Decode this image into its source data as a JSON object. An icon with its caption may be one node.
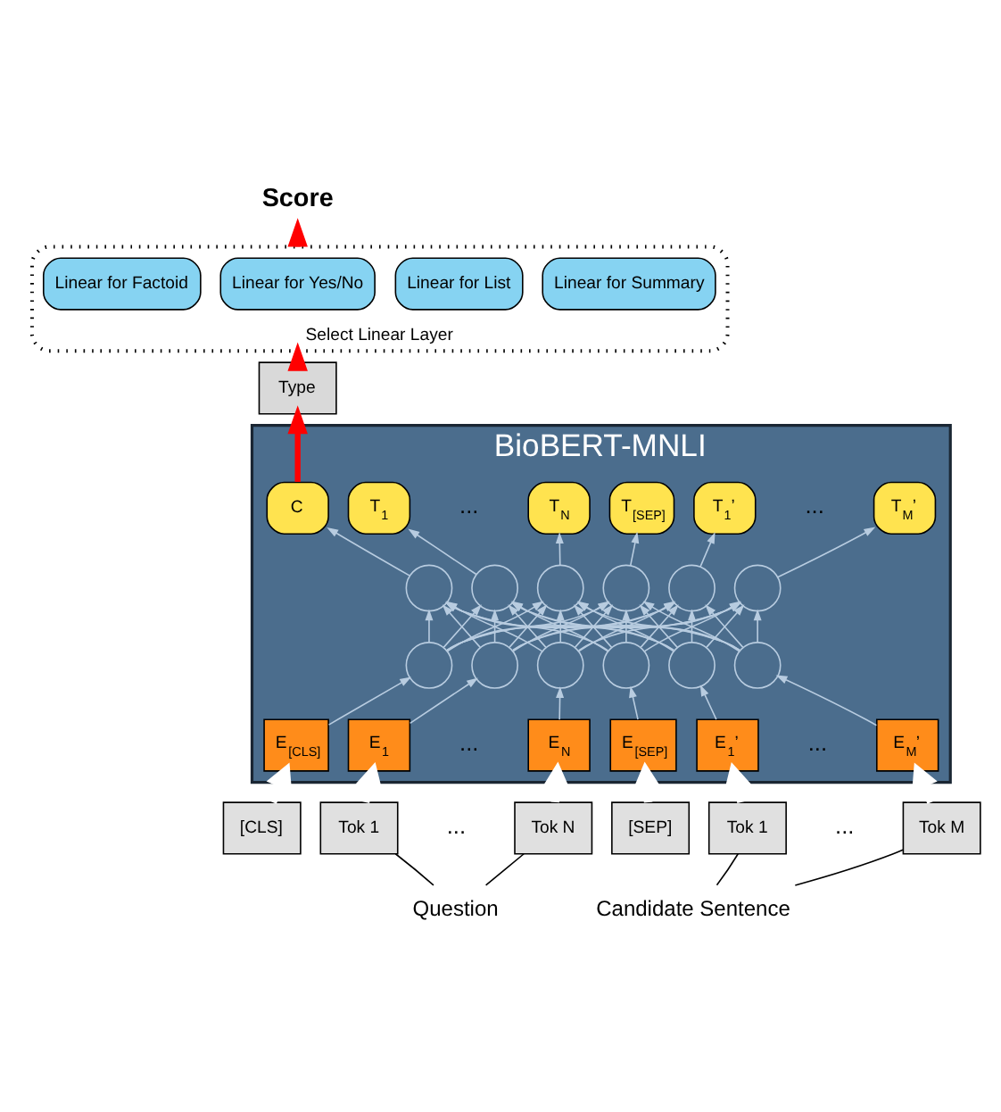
{
  "diagram": {
    "nodes": [
      {
        "text": [
          "Score"
        ]
      },
      {
        "text": [
          "Select Linear Layer"
        ]
      },
      {
        "text": [
          "Linear for Factoid"
        ],
        "in": 1
      },
      {
        "text": [
          "Linear for Yes/No"
        ],
        "in": 1
      },
      {
        "text": [
          "Linear for List"
        ],
        "in": 1
      },
      {
        "text": [
          "Linear for Summary"
        ],
        "in": 1
      },
      {
        "text": [
          "Type"
        ]
      },
      {
        "text": [
          "BioBERT-MNLI"
        ]
      },
      {
        "text": [
          "C"
        ],
        "in": 7
      },
      {
        "text": [
          "T$_{1}$"
        ],
        "in": 7
      },
      {
        "text": [
          "T$_{N}$"
        ],
        "in": 7
      },
      {
        "text": [
          "T$_{[SEP]}$"
        ],
        "in": 7
      },
      {
        "text": [
          "T$_{1}$’"
        ],
        "in": 7
      },
      {
        "text": [
          "T$_{M}$’"
        ],
        "in": 7
      },
      {
        "text": [],
        "shape": "circle",
        "in": 7
      },
      {
        "text": [],
        "shape": "circle",
        "in": 7
      },
      {
        "text": [],
        "shape": "circle",
        "in": 7
      },
      {
        "text": [],
        "shape": "circle",
        "in": 7
      },
      {
        "text": [],
        "shape": "circle",
        "in": 7
      },
      {
        "text": [],
        "shape": "circle",
        "in": 7
      },
      {
        "text": [],
        "shape": "circle",
        "in": 7
      },
      {
        "text": [],
        "shape": "circle",
        "in": 7
      },
      {
        "text": [],
        "shape": "circle",
        "in": 7
      },
      {
        "text": [],
        "shape": "circle",
        "in": 7
      },
      {
        "text": [],
        "shape": "circle",
        "in": 7
      },
      {
        "text": [],
        "shape": "circle",
        "in": 7
      },
      {
        "text": [
          "E$_{[CLS]}$"
        ],
        "in": 7
      },
      {
        "text": [
          "E$_{1}$"
        ],
        "in": 7
      },
      {
        "text": [
          "E$_{N}$"
        ],
        "in": 7
      },
      {
        "text": [
          "E$_{[SEP]}$"
        ],
        "in": 7
      },
      {
        "text": [
          "E$_{1}$’"
        ],
        "in": 7
      },
      {
        "text": [
          "E$_{M}$’"
        ],
        "in": 7
      },
      {
        "text": [
          "[CLS]"
        ]
      },
      {
        "text": [
          "Tok 1"
        ]
      },
      {
        "text": [
          "Tok N"
        ]
      },
      {
        "text": [
          "[SEP]"
        ]
      },
      {
        "text": [
          "Tok 1"
        ]
      },
      {
        "text": [
          "Tok M"
        ]
      },
      {
        "text": [
          "Question"
        ]
      },
      {
        "text": [
          "Candidate Sentence"
        ]
      }
    ],
    "edges": [
      {
        "from": 1,
        "to": 0,
        "arrow": "to",
        "style": "thick",
        "color": "#ff0000"
      },
      {
        "from": 6,
        "to": 1,
        "arrow": "to",
        "style": "thick",
        "color": "#ff0000"
      },
      {
        "from": 8,
        "to": 6,
        "arrow": "to",
        "style": "thick",
        "color": "#ff0000"
      },
      {
        "from": 32,
        "to": 26,
        "arrow": "to",
        "style": "thick",
        "color": "#ffffff"
      },
      {
        "from": 33,
        "to": 27,
        "arrow": "to",
        "style": "thick",
        "color": "#ffffff"
      },
      {
        "from": 34,
        "to": 28,
        "arrow": "to",
        "style": "thick",
        "color": "#ffffff"
      },
      {
        "from": 35,
        "to": 29,
        "arrow": "to",
        "style": "thick",
        "color": "#ffffff"
      },
      {
        "from": 36,
        "to": 30,
        "arrow": "to",
        "style": "thick",
        "color": "#ffffff"
      },
      {
        "from": 37,
        "to": 31,
        "arrow": "to",
        "style": "thick",
        "color": "#ffffff"
      },
      {
        "from": 33,
        "to": 38,
        "arrow": "none",
        "color": "#000000"
      },
      {
        "from": 34,
        "to": 38,
        "arrow": "none",
        "color": "#000000"
      },
      {
        "from": 36,
        "to": 39,
        "arrow": "none",
        "color": "#000000"
      },
      {
        "from": 37,
        "to": 39,
        "arrow": "none",
        "color": "#000000"
      },
      {
        "from": 26,
        "to": 20,
        "arrow": "to"
      },
      {
        "from": 27,
        "to": 21,
        "arrow": "to"
      },
      {
        "from": 28,
        "to": 22,
        "arrow": "to"
      },
      {
        "from": 29,
        "to": 23,
        "arrow": "to"
      },
      {
        "from": 30,
        "to": 24,
        "arrow": "to"
      },
      {
        "from": 31,
        "to": 25,
        "arrow": "to"
      },
      {
        "from": 20,
        "to": 14,
        "arrow": "to"
      },
      {
        "from": 20,
        "to": 15,
        "arrow": "to"
      },
      {
        "from": 20,
        "to": 16,
        "arrow": "to"
      },
      {
        "from": 20,
        "to": 17,
        "arrow": "to"
      },
      {
        "from": 20,
        "to": 18,
        "arrow": "to"
      },
      {
        "from": 20,
        "to": 19,
        "arrow": "to"
      },
      {
        "from": 21,
        "to": 14,
        "arrow": "to"
      },
      {
        "from": 21,
        "to": 15,
        "arrow": "to"
      },
      {
        "from": 21,
        "to": 16,
        "arrow": "to"
      },
      {
        "from": 21,
        "to": 17,
        "arrow": "to"
      },
      {
        "from": 21,
        "to": 18,
        "arrow": "to"
      },
      {
        "from": 21,
        "to": 19,
        "arrow": "to"
      },
      {
        "from": 22,
        "to": 14,
        "arrow": "to"
      },
      {
        "from": 22,
        "to": 15,
        "arrow": "to"
      },
      {
        "from": 22,
        "to": 16,
        "arrow": "to"
      },
      {
        "from": 22,
        "to": 17,
        "arrow": "to"
      },
      {
        "from": 22,
        "to": 18,
        "arrow": "to"
      },
      {
        "from": 22,
        "to": 19,
        "arrow": "to"
      },
      {
        "from": 23,
        "to": 14,
        "arrow": "to"
      },
      {
        "from": 23,
        "to": 15,
        "arrow": "to"
      },
      {
        "from": 23,
        "to": 16,
        "arrow": "to"
      },
      {
        "from": 23,
        "to": 17,
        "arrow": "to"
      },
      {
        "from": 23,
        "to": 18,
        "arrow": "to"
      },
      {
        "from": 23,
        "to": 19,
        "arrow": "to"
      },
      {
        "from": 24,
        "to": 14,
        "arrow": "to"
      },
      {
        "from": 24,
        "to": 15,
        "arrow": "to"
      },
      {
        "from": 24,
        "to": 16,
        "arrow": "to"
      },
      {
        "from": 24,
        "to": 17,
        "arrow": "to"
      },
      {
        "from": 24,
        "to": 18,
        "arrow": "to"
      },
      {
        "from": 24,
        "to": 19,
        "arrow": "to"
      },
      {
        "from": 25,
        "to": 14,
        "arrow": "to"
      },
      {
        "from": 25,
        "to": 15,
        "arrow": "to"
      },
      {
        "from": 25,
        "to": 16,
        "arrow": "to"
      },
      {
        "from": 25,
        "to": 17,
        "arrow": "to"
      },
      {
        "from": 25,
        "to": 18,
        "arrow": "to"
      },
      {
        "from": 25,
        "to": 19,
        "arrow": "to"
      },
      {
        "from": 14,
        "to": 8,
        "arrow": "to"
      },
      {
        "from": 15,
        "to": 9,
        "arrow": "to"
      },
      {
        "from": 16,
        "to": 10,
        "arrow": "to"
      },
      {
        "from": 17,
        "to": 11,
        "arrow": "to"
      },
      {
        "from": 18,
        "to": 12,
        "arrow": "to"
      },
      {
        "from": 19,
        "to": 13,
        "arrow": "to"
      }
    ],
    "labels": [
      "...",
      "...",
      "...",
      "...",
      "...",
      "..."
    ]
  }
}
